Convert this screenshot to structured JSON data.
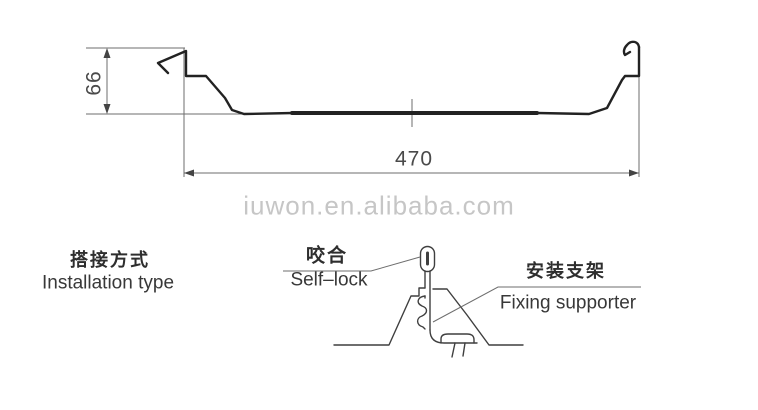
{
  "diagram": {
    "watermark": "iuwon.en.alibaba.com",
    "panel_profile": {
      "height_label": "66",
      "width_label": "470"
    },
    "installation": {
      "zh": "搭接方式",
      "en": "Installation type"
    },
    "self_lock": {
      "zh": "咬合",
      "en": "Self–lock"
    },
    "fixing_supporter": {
      "zh": "安装支架",
      "en": "Fixing supporter"
    },
    "colors": {
      "profile_line": "#222222",
      "thin_line": "#6e6e6e",
      "arrow_fill": "#444444",
      "detail_line": "#3f3f3f",
      "watermark": "#c6c6c6"
    }
  }
}
